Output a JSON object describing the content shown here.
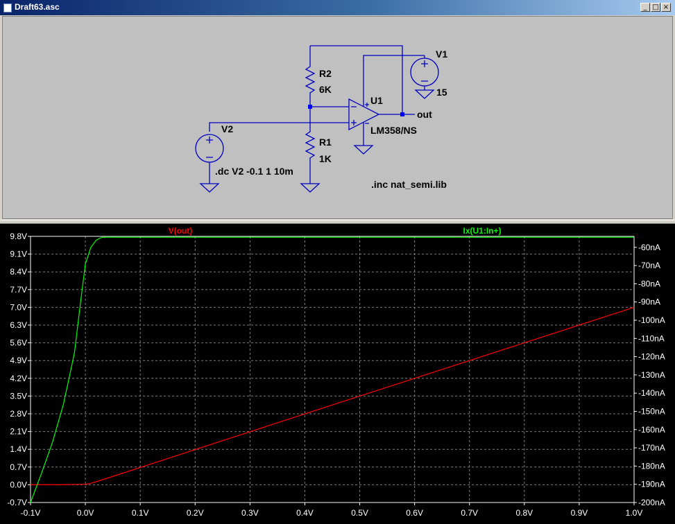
{
  "window": {
    "title": "Draft63.asc"
  },
  "controls": {
    "minimize": "_",
    "restore": "□",
    "close": "×"
  },
  "schematic": {
    "labels": {
      "v1_name": "V1",
      "v1_value": "15",
      "r2_name": "R2",
      "r2_value": "6K",
      "u1_name": "U1",
      "u1_model": "LM358/NS",
      "v2_name": "V2",
      "r1_name": "R1",
      "r1_value": "1K",
      "out_label": "out",
      "dc_directive": ".dc V2 -0.1 1 10m",
      "inc_directive": ".inc nat_semi.lib"
    },
    "colors": {
      "wire": "#0000c0",
      "junction": "#0000ff",
      "text": "#000000"
    }
  },
  "plot": {
    "trace_labels": {
      "left": "V(out)",
      "right": "Ix(U1:In+)"
    },
    "colors": {
      "background": "#000000",
      "left_trace": "#ff0000",
      "right_trace": "#00ff00",
      "grid": "#808080",
      "axis_text": "#ffffff"
    }
  },
  "chart_data": {
    "type": "line",
    "xlabel": "",
    "xlim": [
      -0.1,
      1.0
    ],
    "x_ticks": [
      "-0.1V",
      "0.0V",
      "0.1V",
      "0.2V",
      "0.3V",
      "0.4V",
      "0.5V",
      "0.6V",
      "0.7V",
      "0.8V",
      "0.9V",
      "1.0V"
    ],
    "y_left_lim": [
      -0.7,
      9.8
    ],
    "y_left_ticks": [
      "9.8V",
      "9.1V",
      "8.4V",
      "7.7V",
      "7.0V",
      "6.3V",
      "5.6V",
      "4.9V",
      "4.2V",
      "3.5V",
      "2.8V",
      "2.1V",
      "1.4V",
      "0.7V",
      "0.0V",
      "-0.7V"
    ],
    "y_right_lim": [
      -200,
      -54
    ],
    "y_right_ticks": [
      "-60nA",
      "-70nA",
      "-80nA",
      "-90nA",
      "-100nA",
      "-110nA",
      "-120nA",
      "-130nA",
      "-140nA",
      "-150nA",
      "-160nA",
      "-170nA",
      "-180nA",
      "-190nA",
      "-200nA"
    ],
    "series": [
      {
        "name": "V(out)",
        "axis": "left",
        "color": "#ff0000",
        "x": [
          -0.1,
          -0.05,
          0.0,
          0.01,
          0.02,
          0.5,
          1.0
        ],
        "y": [
          0.0,
          0.0,
          0.02,
          0.06,
          0.12,
          3.5,
          7.0
        ]
      },
      {
        "name": "Ix(U1:In+)",
        "axis": "right",
        "color": "#00ff00",
        "x": [
          -0.1,
          -0.08,
          -0.06,
          -0.04,
          -0.02,
          -0.01,
          0.0,
          0.01,
          0.02,
          0.03,
          1.0
        ],
        "y": [
          -200.0,
          -184.0,
          -167.0,
          -146.0,
          -118.0,
          -93.0,
          -69.0,
          -60.0,
          -56.0,
          -54.5,
          -54.5
        ]
      }
    ]
  }
}
